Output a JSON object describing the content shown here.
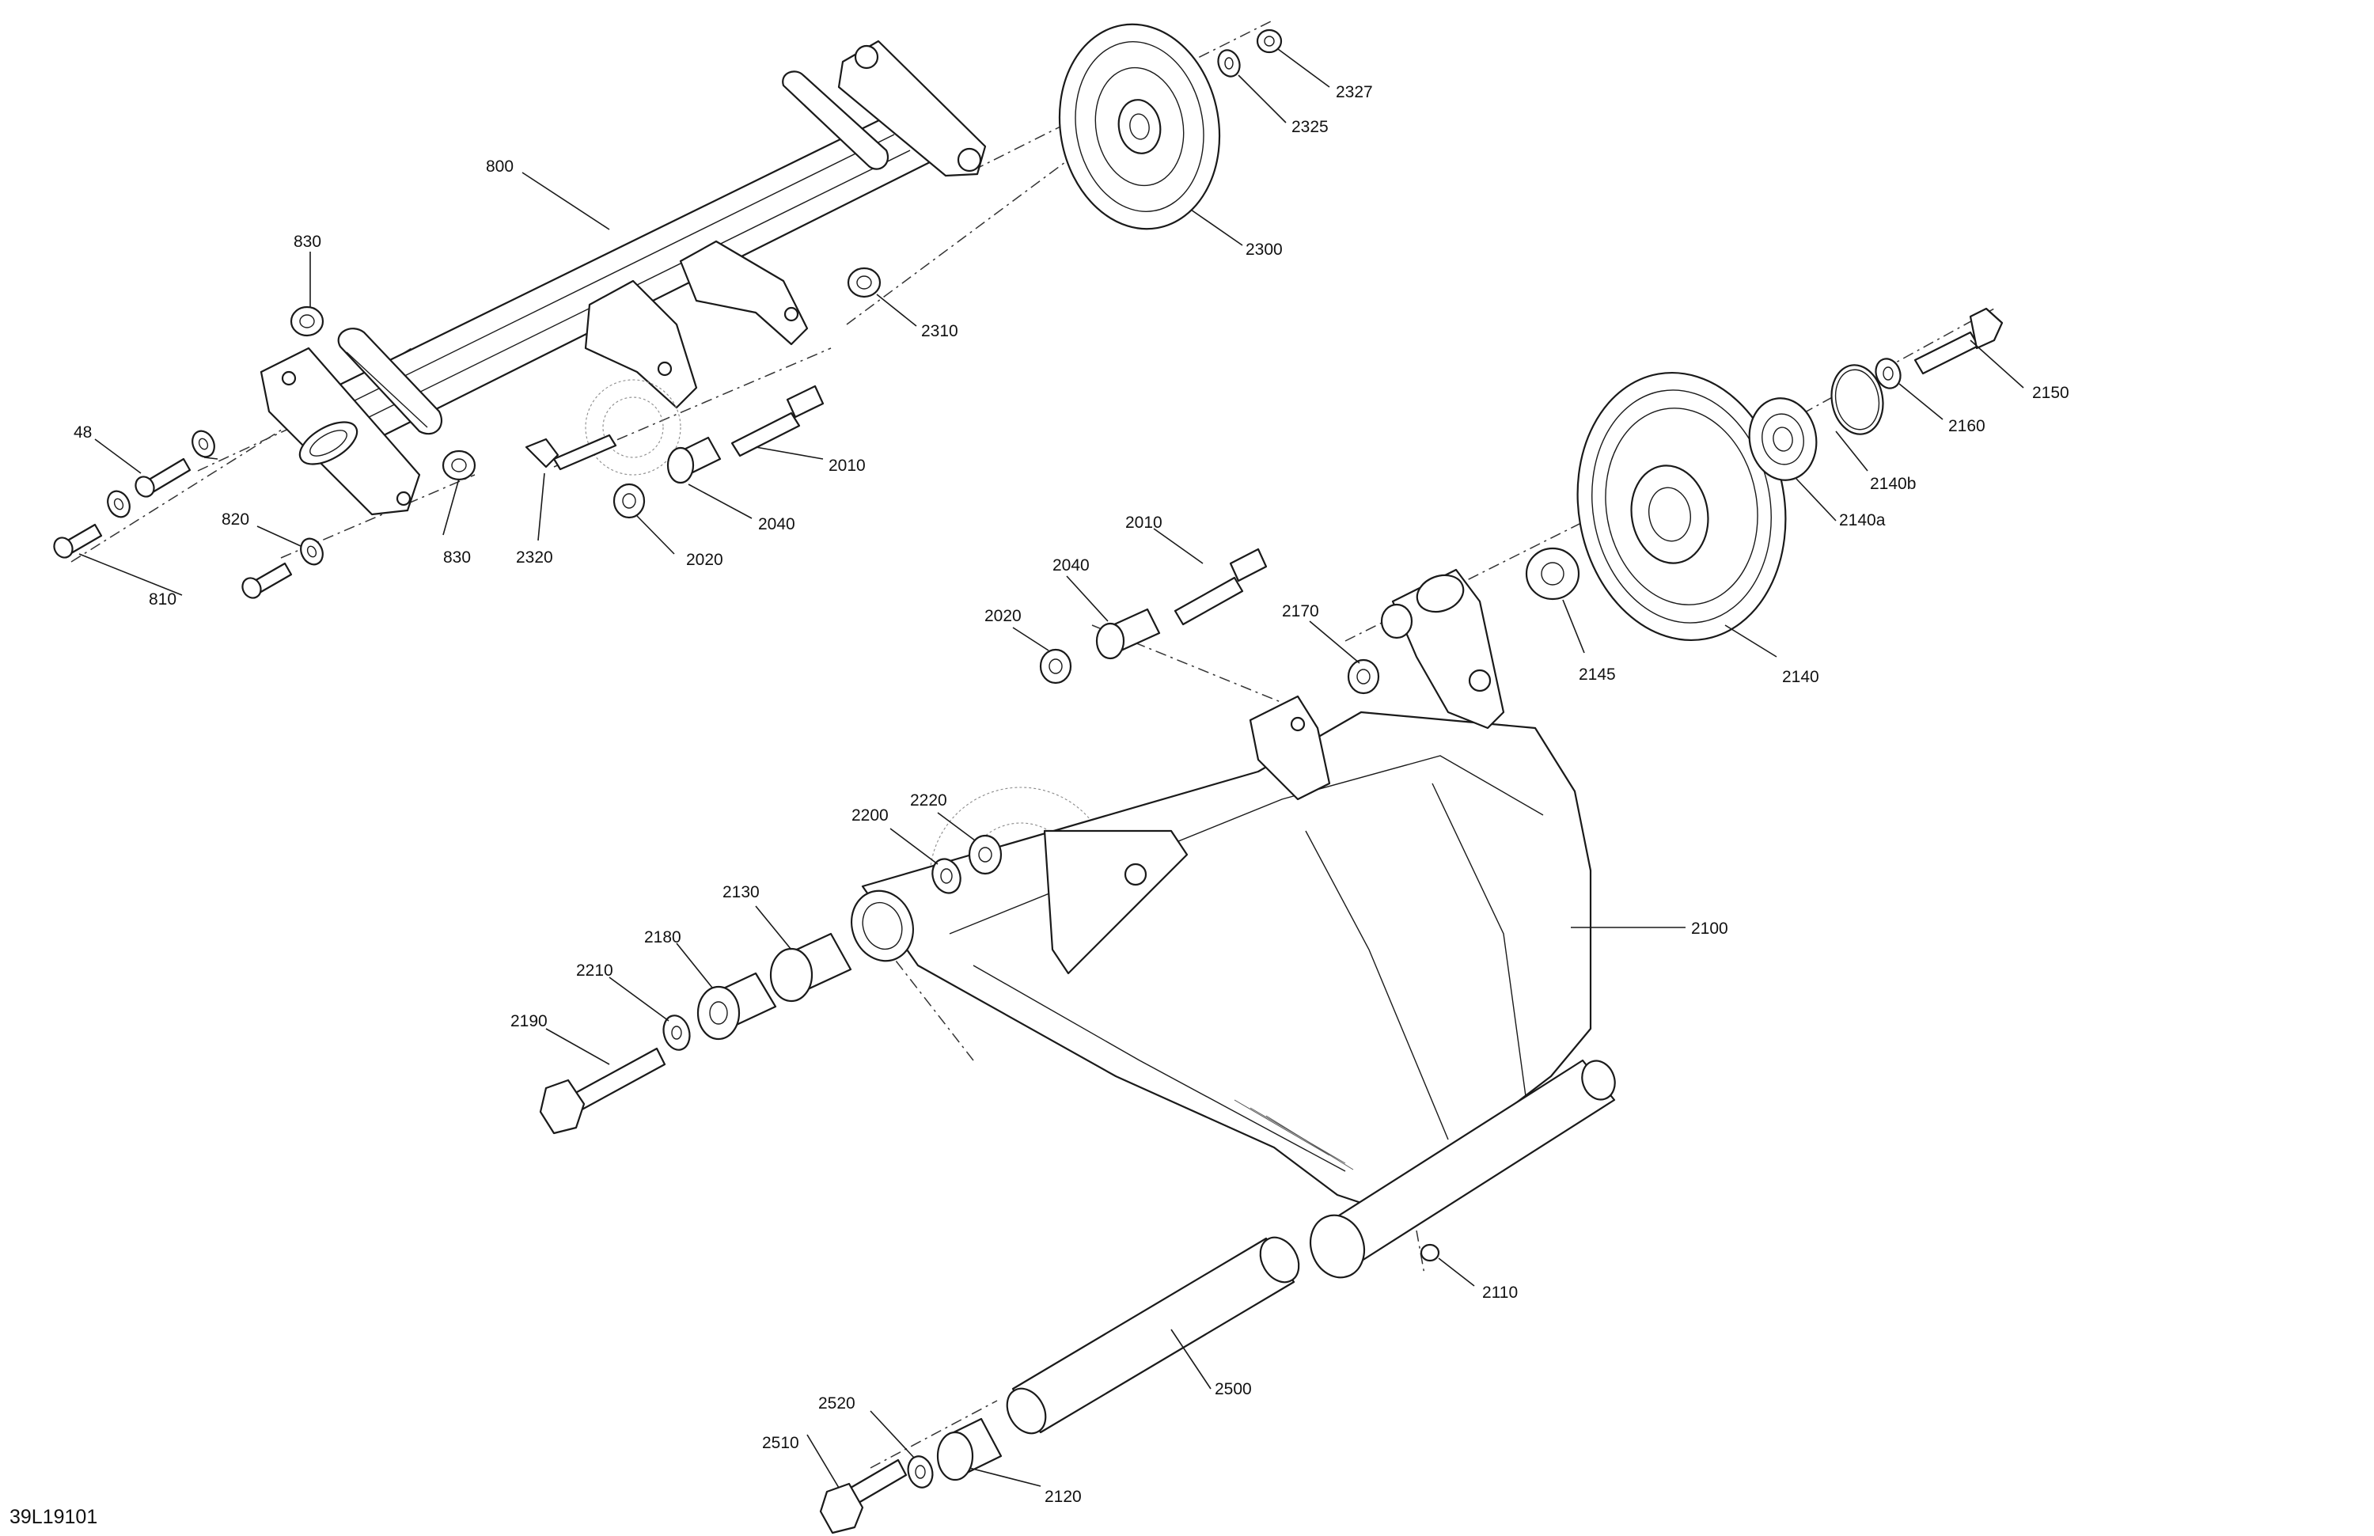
{
  "drawing_code": "39L19101",
  "callouts": {
    "c800": "800",
    "c830_top": "830",
    "c830_bottom": "830",
    "c48": "48",
    "c820": "820",
    "c810": "810",
    "c2320": "2320",
    "c2020_upper": "2020",
    "c2040_upper": "2040",
    "c2010_upper": "2010",
    "c2310": "2310",
    "c2300": "2300",
    "c2325": "2325",
    "c2327": "2327",
    "c2150": "2150",
    "c2160": "2160",
    "c2140b": "2140b",
    "c2140a": "2140a",
    "c2140": "2140",
    "c2145": "2145",
    "c2170": "2170",
    "c2010_lower": "2010",
    "c2040_lower": "2040",
    "c2020_lower": "2020",
    "c2200": "2200",
    "c2220": "2220",
    "c2130": "2130",
    "c2180": "2180",
    "c2210": "2210",
    "c2190": "2190",
    "c2100": "2100",
    "c2110": "2110",
    "c2500": "2500",
    "c2520": "2520",
    "c2510": "2510",
    "c2120": "2120"
  }
}
